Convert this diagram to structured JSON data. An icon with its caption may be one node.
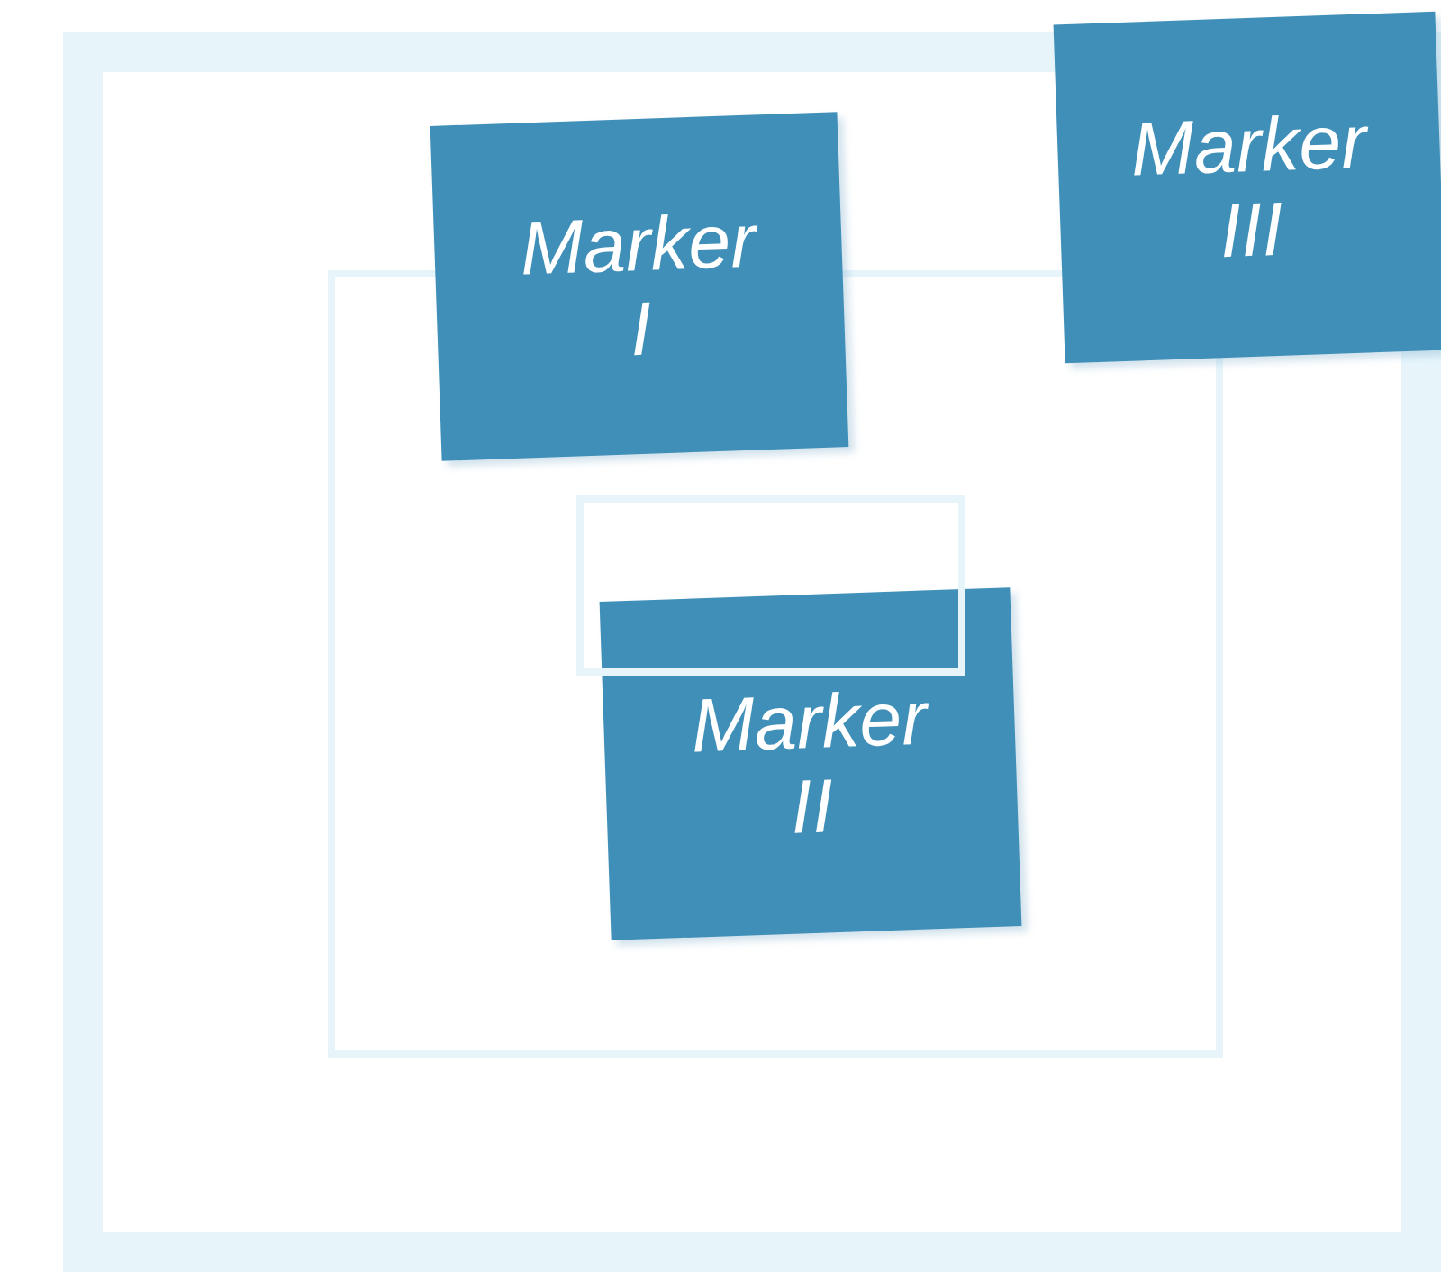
{
  "diagram": {
    "nodes": [
      {
        "text": [],
        "shape": "box"
      },
      {
        "text": [
          "Marker III"
        ]
      },
      {
        "text": [],
        "shape": "box",
        "in": 0
      },
      {
        "text": [
          "Marker I"
        ],
        "in": 0
      },
      {
        "text": [],
        "shape": "box",
        "in": 2
      },
      {
        "text": [
          "Marker II"
        ],
        "in": 2
      }
    ]
  }
}
